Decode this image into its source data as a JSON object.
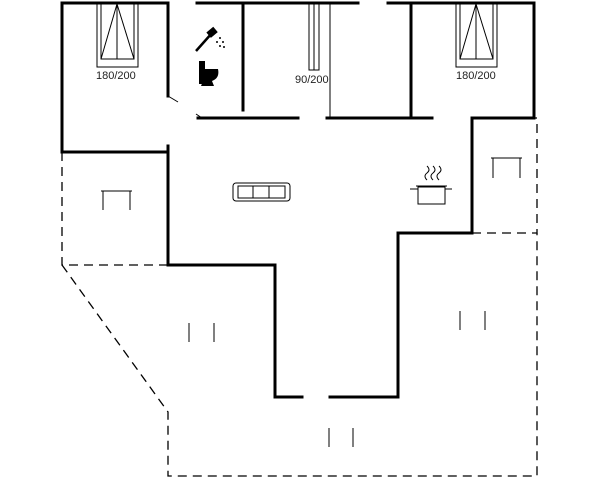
{
  "rooms": {
    "bedroom_left": {
      "bed_label": "180/200"
    },
    "bedroom_middle": {
      "bed_label": "90/200"
    },
    "bedroom_right": {
      "bed_label": "180/200"
    }
  },
  "icons": [
    "bed-icon",
    "shower-icon",
    "toilet-icon",
    "sofa-icon",
    "cooking-pot-icon",
    "chair-icon"
  ]
}
